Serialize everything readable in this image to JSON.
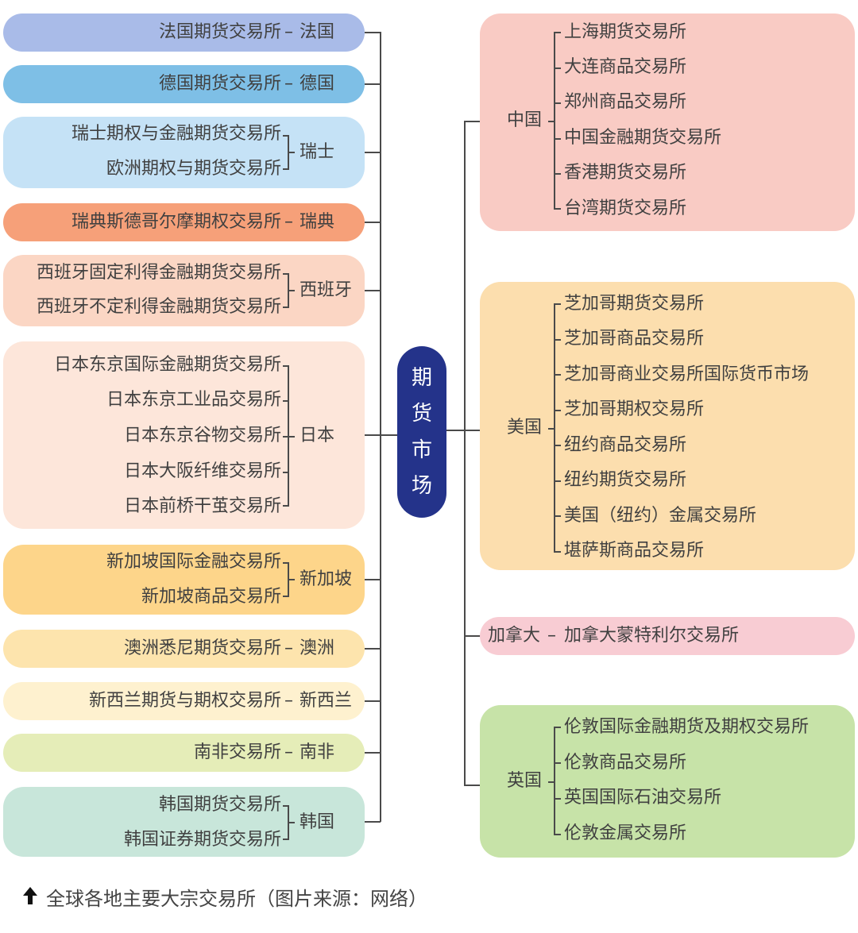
{
  "center": {
    "chars": [
      "期",
      "货",
      "市",
      "场"
    ],
    "color": "#24338a"
  },
  "left": {
    "france": {
      "exchange": "法国期货交易所",
      "country": "法国",
      "color": "#a9bbe8"
    },
    "germany": {
      "exchange": "德国期货交易所",
      "country": "德国",
      "color": "#7ebfe6"
    },
    "switzerland": {
      "exchanges": [
        "瑞士期权与金融期货交易所",
        "欧洲期权与期货交易所"
      ],
      "country": "瑞士",
      "color": "#c5e2f6"
    },
    "sweden": {
      "exchange": "瑞典斯德哥尔摩期权交易所",
      "country": "瑞典",
      "color": "#f6a079"
    },
    "spain": {
      "exchanges": [
        "西班牙固定利得金融期货交易所",
        "西班牙不定利得金融期货交易所"
      ],
      "country": "西班牙",
      "color": "#fbd6c4"
    },
    "japan": {
      "exchanges": [
        "日本东京国际金融期货交易所",
        "日本东京工业品交易所",
        "日本东京谷物交易所",
        "日本大阪纤维交易所",
        "日本前桥干茧交易所"
      ],
      "country": "日本",
      "color": "#fde6da"
    },
    "singapore": {
      "exchanges": [
        "新加坡国际金融交易所",
        "新加坡商品交易所"
      ],
      "country": "新加坡",
      "color": "#fdd58a"
    },
    "australia": {
      "exchange": "澳洲悉尼期货交易所",
      "country": "澳洲",
      "color": "#fde4ad"
    },
    "newzealand": {
      "exchange": "新西兰期货与期权交易所",
      "country": "新西兰",
      "color": "#fef1cf"
    },
    "southafrica": {
      "exchange": "南非交易所",
      "country": "南非",
      "color": "#e5edb8"
    },
    "korea": {
      "exchanges": [
        "韩国期货交易所",
        "韩国证券期货交易所"
      ],
      "country": "韩国",
      "color": "#c8e6da"
    }
  },
  "right": {
    "china": {
      "country": "中国",
      "exchanges": [
        "上海期货交易所",
        "大连商品交易所",
        "郑州商品交易所",
        "中国金融期货交易所",
        "香港期货交易所",
        "台湾期货交易所"
      ],
      "color": "#f9cbc4"
    },
    "usa": {
      "country": "美国",
      "exchanges": [
        "芝加哥期货交易所",
        "芝加哥商品交易所",
        "芝加哥商业交易所国际货币市场",
        "芝加哥期权交易所",
        "纽约商品交易所",
        "纽约期货交易所",
        "美国（纽约）金属交易所",
        "堪萨斯商品交易所"
      ],
      "color": "#fcdeae"
    },
    "canada": {
      "country": "加拿大",
      "exchange": "加拿大蒙特利尔交易所",
      "color": "#f8ccd3"
    },
    "uk": {
      "country": "英国",
      "exchanges": [
        "伦敦国际金融期货及期权交易所",
        "伦敦商品交易所",
        "英国国际石油交易所",
        "伦敦金属交易所"
      ],
      "color": "#c7e3a8"
    }
  },
  "separator": "–",
  "caption": "全球各地主要大宗交易所（图片来源：网络）"
}
